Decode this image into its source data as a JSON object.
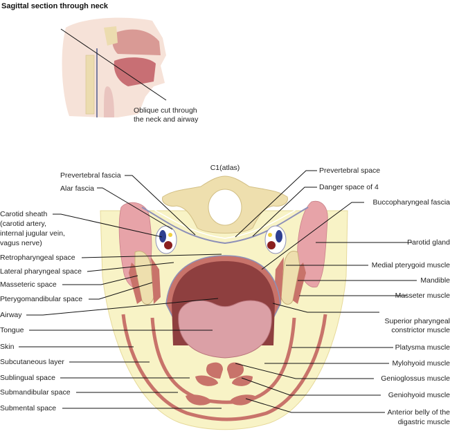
{
  "title": "Sagittal section through neck",
  "inset_caption": [
    "Oblique cut through",
    "the neck and airway"
  ],
  "top_label": "C1(atlas)",
  "left_labels": {
    "prevertebral_fascia": "Prevertebral fascia",
    "alar_fascia": "Alar fascia",
    "carotid_sheath": [
      "Carotid sheath",
      "(carotid artery,",
      "internal jugular vein,",
      "vagus nerve)"
    ],
    "retropharyngeal_space": "Retropharyngeal space",
    "lateral_pharyngeal_space": "Lateral pharyngeal space",
    "masseteric_space": "Masseteric space",
    "pterygomandibular_space": "Pterygomandibular space",
    "airway": "Airway",
    "tongue": "Tongue",
    "skin": "Skin",
    "subcutaneous_layer": "Subcutaneous layer",
    "sublingual_space": "Sublingual space",
    "submandibular_space": "Submandibular space",
    "submental_space": "Submental space"
  },
  "right_labels": {
    "prevertebral_space": "Prevertebral space",
    "danger_space": "Danger space of 4",
    "buccopharyngeal_fascia": "Buccopharyngeal fascia",
    "parotid_gland": "Parotid gland",
    "medial_pterygoid": "Medial pterygoid muscle",
    "mandible": "Mandible",
    "masseter": "Masseter muscle",
    "superior_pharyngeal": [
      "Superior pharyngeal",
      "constrictor muscle"
    ],
    "platysma": "Platysma muscle",
    "mylohyoid": "Mylohyoid muscle",
    "genioglossus": "Genioglossus muscle",
    "geniohyoid": "Geniohyoid muscle",
    "anterior_belly": [
      "Anterior belly of the",
      "digastric muscle"
    ]
  },
  "colors": {
    "skin": "#f8f3c6",
    "bone": "#eedfae",
    "muscle": "#c8736a",
    "gland": "#e7a3a8",
    "airway": "#8e3f3f",
    "tongue": "#dba0a6"
  }
}
